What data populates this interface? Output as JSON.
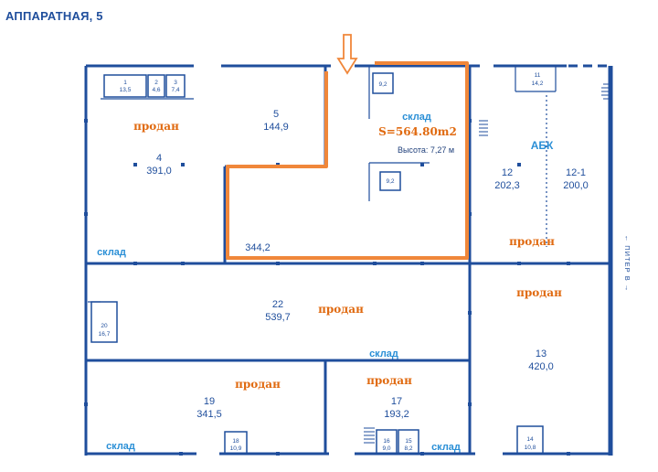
{
  "title": "АППАРАТНАЯ, 5",
  "colors": {
    "walls": "#1f4e9c",
    "highlight": "#f0873a",
    "status": "#e06a10",
    "warehouse": "#2a8fd6"
  },
  "icons": {
    "entrance": "down-arrow-icon"
  },
  "rooms": [
    {
      "num": "1",
      "area": "13,5"
    },
    {
      "num": "2",
      "area": "4,6"
    },
    {
      "num": "3",
      "area": "7,4"
    },
    {
      "num": "4",
      "area": "391,0"
    },
    {
      "num": "5",
      "area": "144,9"
    },
    {
      "num": "9,2"
    },
    {
      "num": "9,2"
    },
    {
      "num": "11",
      "area": "14,2"
    },
    {
      "num": "12",
      "area": "202,3"
    },
    {
      "num": "12-1",
      "area": "200,0"
    },
    {
      "num": "344,2"
    },
    {
      "num": "22",
      "area": "539,7"
    },
    {
      "num": "20",
      "area": "16,7"
    },
    {
      "num": "13",
      "area": "420,0"
    },
    {
      "num": "19",
      "area": "341,5"
    },
    {
      "num": "18",
      "area": "10,9"
    },
    {
      "num": "17",
      "area": "193,2"
    },
    {
      "num": "16",
      "area": "9,0"
    },
    {
      "num": "15",
      "area": "8,2"
    },
    {
      "num": "14",
      "area": "10,8"
    }
  ],
  "status_labels": [
    "продан",
    "продан",
    "продан",
    "продан",
    "продан",
    "продан"
  ],
  "warehouse_labels": [
    "склад",
    "склад",
    "склад",
    "склад",
    "склад"
  ],
  "highlight": {
    "area": "S=564.80m2",
    "height": "Высота: 7,27 м"
  },
  "abk_label": "АБК",
  "street_label": "← ПИТЕР В →"
}
